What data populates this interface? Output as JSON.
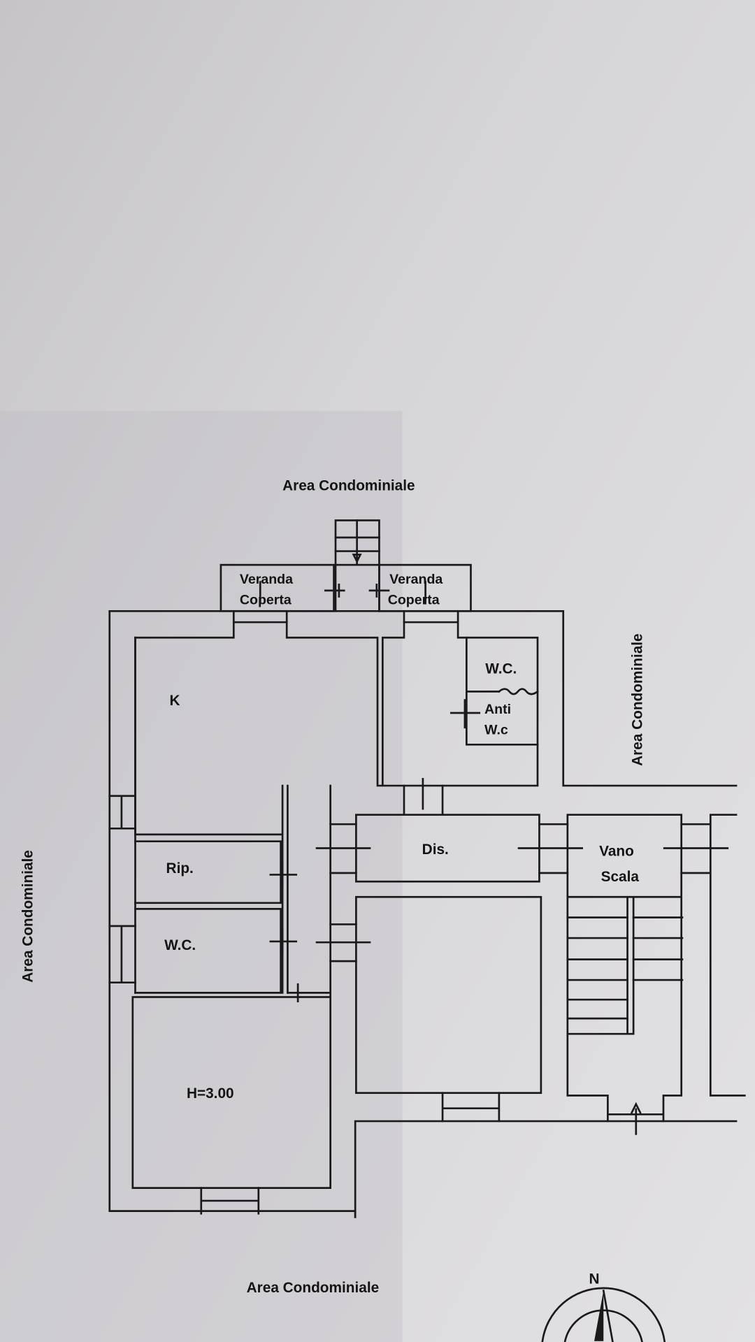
{
  "labels": {
    "area_top": "Area Condominiale",
    "area_bottom": "Area Condominiale",
    "area_left": "Area Condominiale",
    "area_right": "Area Condominiale",
    "veranda_left_1": "Veranda",
    "veranda_left_2": "Coperta",
    "veranda_right_1": "Veranda",
    "veranda_right_2": "Coperta",
    "kitchen": "K",
    "wc_top": "W.C.",
    "anti_wc_1": "Anti",
    "anti_wc_2": "W.c",
    "ripostiglio": "Rip.",
    "wc_left": "W.C.",
    "height": "H=3.00",
    "disimpegno": "Dis.",
    "vano_scala_1": "Vano",
    "vano_scala_2": "Scala",
    "north": "N"
  },
  "colors": {
    "paper": "#cfcdd0",
    "ink": "#1a1a1a"
  }
}
